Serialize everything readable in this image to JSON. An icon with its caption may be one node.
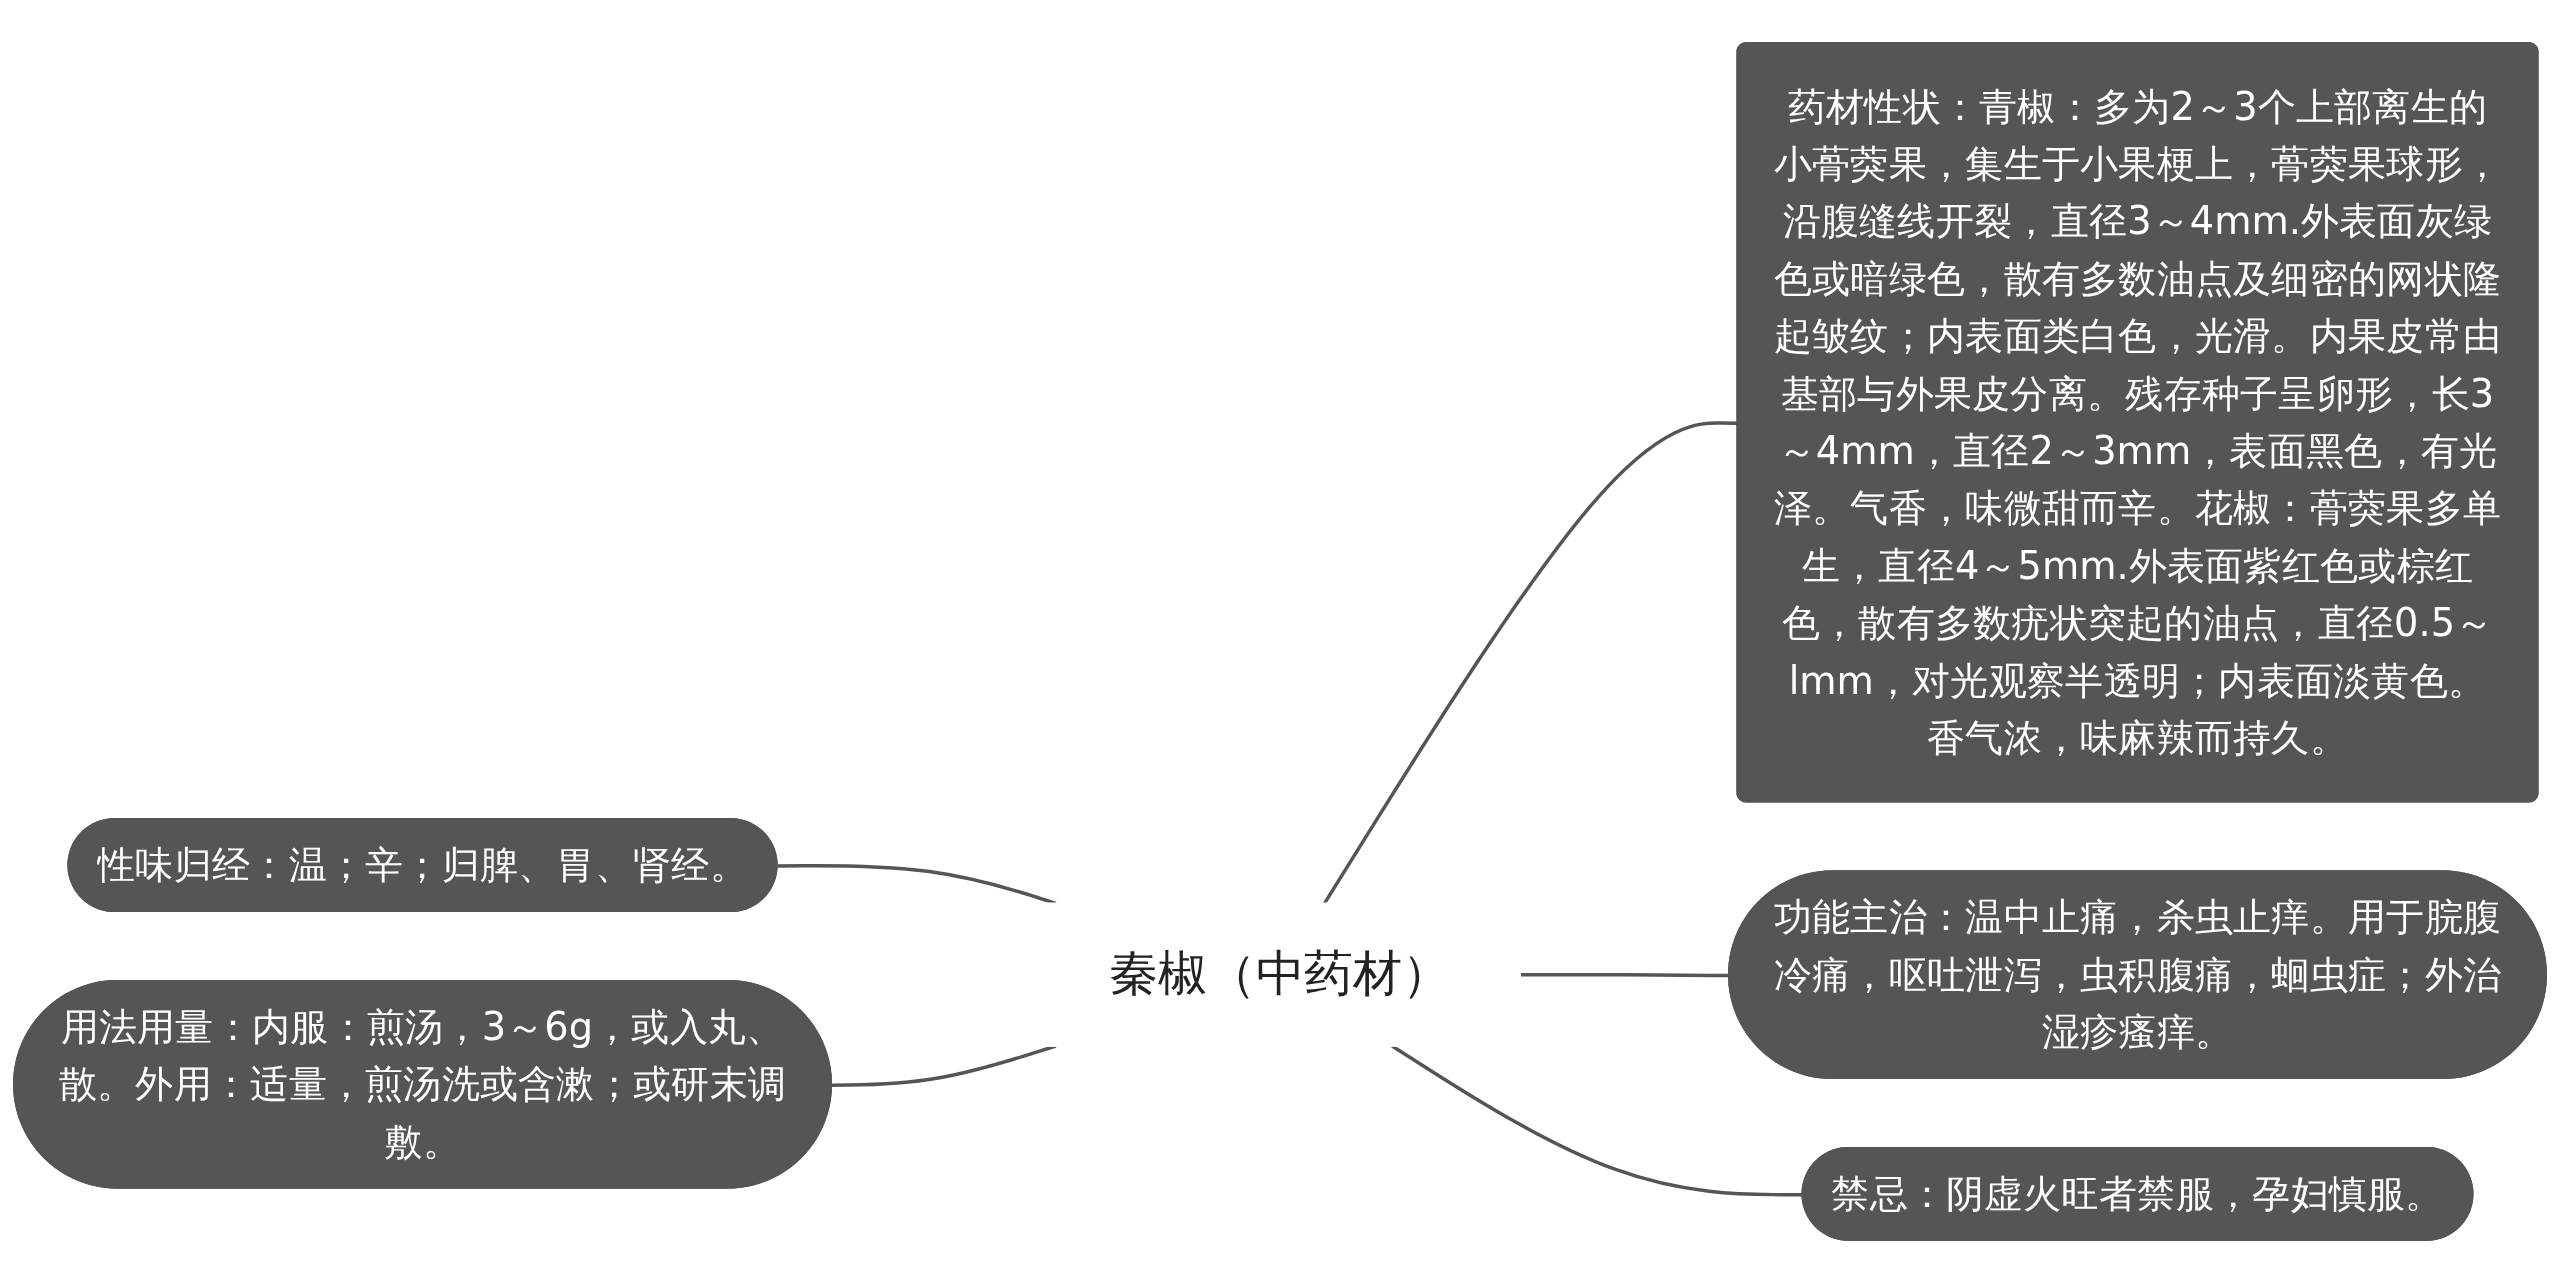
{
  "diagram": {
    "nodes": [
      {
        "text": [
          "秦椒（中药材）"
        ]
      },
      {
        "text": [
          "性味归经：温；辛；归脾、胃、肾经。"
        ]
      },
      {
        "text": [
          "用法用量：内服：煎汤，3～6g，或入丸、散。外用：适量，煎汤洗或含漱；或研末调敷。"
        ]
      },
      {
        "text": [
          "药材性状：青椒：多为2～3个上部离生的小蓇葖果，集生于小果梗上，蓇葖果球形，沿腹缝线开裂，直径3～4mm.外表面灰绿色或暗绿色，散有多数油点及细密的网状隆起皱纹；内表面类白色，光滑。内果皮常由基部与外果皮分离。残存种子呈卵形，长3～4mm，直径2～3mm，表面黑色，有光泽。气香，味微甜而辛。花椒：蓇葖果多单生，直径4～5mm.外表面紫红色或棕红色，散有多数疣状突起的油点，直径0.5～lmm，对光观察半透明；内表面淡黄色。香气浓，味麻辣而持久。"
        ]
      },
      {
        "text": [
          "功能主治：温中止痛，杀虫止痒。用于脘腹冷痛，呕吐泄泻，虫积腹痛，蛔虫症；外治湿疹瘙痒。"
        ]
      },
      {
        "text": [
          "禁忌：阴虚火旺者禁服，孕妇慎服。"
        ]
      }
    ],
    "edges": [
      {
        "from": 1,
        "to": 0,
        "arrow": "none"
      },
      {
        "from": 2,
        "to": 0,
        "arrow": "none"
      },
      {
        "from": 0,
        "to": 3,
        "arrow": "none"
      },
      {
        "from": 0,
        "to": 4,
        "arrow": "none"
      },
      {
        "from": 0,
        "to": 5,
        "arrow": "none"
      }
    ]
  }
}
